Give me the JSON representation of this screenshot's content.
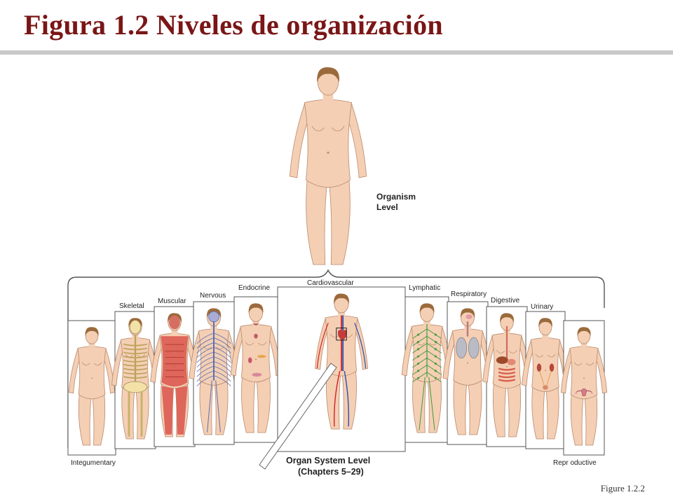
{
  "header": {
    "title": "Figura 1.2  Niveles de organización"
  },
  "figure": {
    "organism_label": [
      "Organism",
      "Level"
    ],
    "organ_system_label": [
      "Organ System Level",
      "(Chapters 5–29)"
    ],
    "systems": [
      {
        "name": "Integumentary",
        "overlay": "skin-overlay"
      },
      {
        "name": "Skeletal",
        "overlay": "skeleton-overlay"
      },
      {
        "name": "Muscular",
        "overlay": "muscle-overlay"
      },
      {
        "name": "Nervous",
        "overlay": "nerve-overlay"
      },
      {
        "name": "Endocrine",
        "overlay": "gland-overlay"
      },
      {
        "name": "Cardiovascular",
        "overlay": "vessel-overlay"
      },
      {
        "name": "Lymphatic",
        "overlay": "lymph-overlay"
      },
      {
        "name": "Respiratory",
        "overlay": "lung-overlay"
      },
      {
        "name": "Digestive",
        "overlay": "gut-overlay"
      },
      {
        "name": "Urinary",
        "overlay": "kidney-overlay"
      },
      {
        "name": "Repr oductive",
        "overlay": "uterus-overlay"
      }
    ],
    "colors": {
      "skin": "#f4cfb4",
      "hair": "#9b6a3c",
      "title": "#7a1616",
      "bone": "#f2e2a8",
      "muscle": "#d9534a",
      "nerve": "#5b6fb3",
      "artery": "#d62020",
      "vein": "#2a4fb0",
      "lymph": "#3f9a3a"
    }
  },
  "footer": {
    "caption": "Figure 1.2.2"
  }
}
